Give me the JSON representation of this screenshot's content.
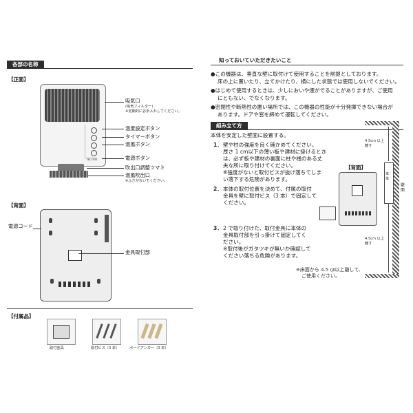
{
  "left": {
    "header": "各部の名称",
    "front_label": "【正面】",
    "back_label": "【背面】",
    "accessories_label": "【付属品】",
    "brand_mark": "TECTOR",
    "front_callouts": [
      {
        "main": "吸気口",
        "sub": "(吸気フィルター)",
        "note": "※定期的にお手入れしてください。"
      },
      {
        "main": "温度設定ボタン"
      },
      {
        "main": "タイマーボタン"
      },
      {
        "main": "温風ボタン"
      },
      {
        "main": "電源ボタン"
      },
      {
        "main": "吹出口調整ツマミ"
      },
      {
        "main": "温風吹出口",
        "note": "※ふさがないでください。"
      }
    ],
    "back_callouts": {
      "cord": "電源コード",
      "bracket_part": "金具取付部"
    },
    "accessories": [
      {
        "label": "取付金具"
      },
      {
        "label": "取付ビス（3 本）"
      },
      {
        "label": "ボードアンカー（3 本）"
      }
    ]
  },
  "right": {
    "title": "知っておいていただきたいこと",
    "bullets": [
      [
        "●この機器は、垂直な壁に取付けて使用することを前提としております。",
        "床の上に置いたり、立てかけたり、横にした状態では使用しないでください。"
      ],
      [
        "●はじめて使用するときは、少しにおいや煙がでることがありますが、ご使用",
        "にともない、でなくなります。"
      ],
      [
        "●密閉性や断熱性の悪い場所では、この機器の性能が十分発揮できない場合が",
        "あります。ドアや窓を締めて運転してください。"
      ]
    ],
    "assembly_header": "組み立て方",
    "intro": "本体を安定した壁面に設置する。",
    "step1": {
      "num": "1．",
      "lines": [
        "壁や柱の強度を良く確かめてください。",
        "厚さ 1 cm以下の薄い板や建材に掛けるとき",
        "は、必ず板や建材の裏面に柱や桟のある丈",
        "夫な所に取り付けてください。",
        "※強度がないと取付ビスが抜け落ちてしま",
        "い落下する危険があります。"
      ]
    },
    "step2": {
      "num": "2．",
      "lines": [
        "本体の取付位置を決めて、付属の取付",
        "金具を壁に取付ビス（3 本）で固定して",
        "ください。"
      ]
    },
    "step3": {
      "num": "3．",
      "lines": [
        "2 で取り付けた、取付金具に本体の",
        "金具取付部を引っ掛けて固定してく",
        "ださい。",
        "※取付後がガタツキが無いか確認して",
        "ください落ちる危険があります。"
      ]
    },
    "back_label": "【背面】",
    "floor_note": [
      "※床面から 4.5 ㎝以上離して、",
      "ご使用ください。"
    ],
    "wall_diagram": {
      "top_gap": "4.5cm 以上",
      "top_gap2": "離す",
      "body_label": "本体",
      "wall_label": "壁面",
      "bottom_gap": "4.5cm 以上",
      "bottom_gap2": "離す"
    }
  }
}
